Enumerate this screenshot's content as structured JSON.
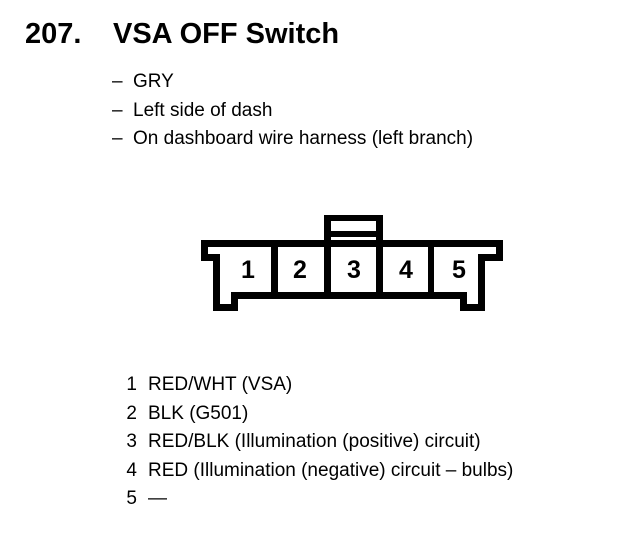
{
  "page": {
    "bg": "#ffffff",
    "fg": "#000000"
  },
  "header": {
    "number": "207.",
    "title": "VSA OFF Switch"
  },
  "notes": {
    "dash": "–",
    "items": [
      "GRY",
      "Left side of dash",
      "On dashboard wire harness (left branch)"
    ]
  },
  "connector": {
    "pins": [
      "1",
      "2",
      "3",
      "4",
      "5"
    ]
  },
  "pin_list": [
    {
      "num": "1",
      "desc": "RED/WHT (VSA)"
    },
    {
      "num": "2",
      "desc": "BLK (G501)"
    },
    {
      "num": "3",
      "desc": "RED/BLK (Illumination (positive) circuit)"
    },
    {
      "num": "4",
      "desc": "RED (Illumination (negative) circuit – bulbs)"
    },
    {
      "num": "5",
      "desc": "—"
    }
  ]
}
